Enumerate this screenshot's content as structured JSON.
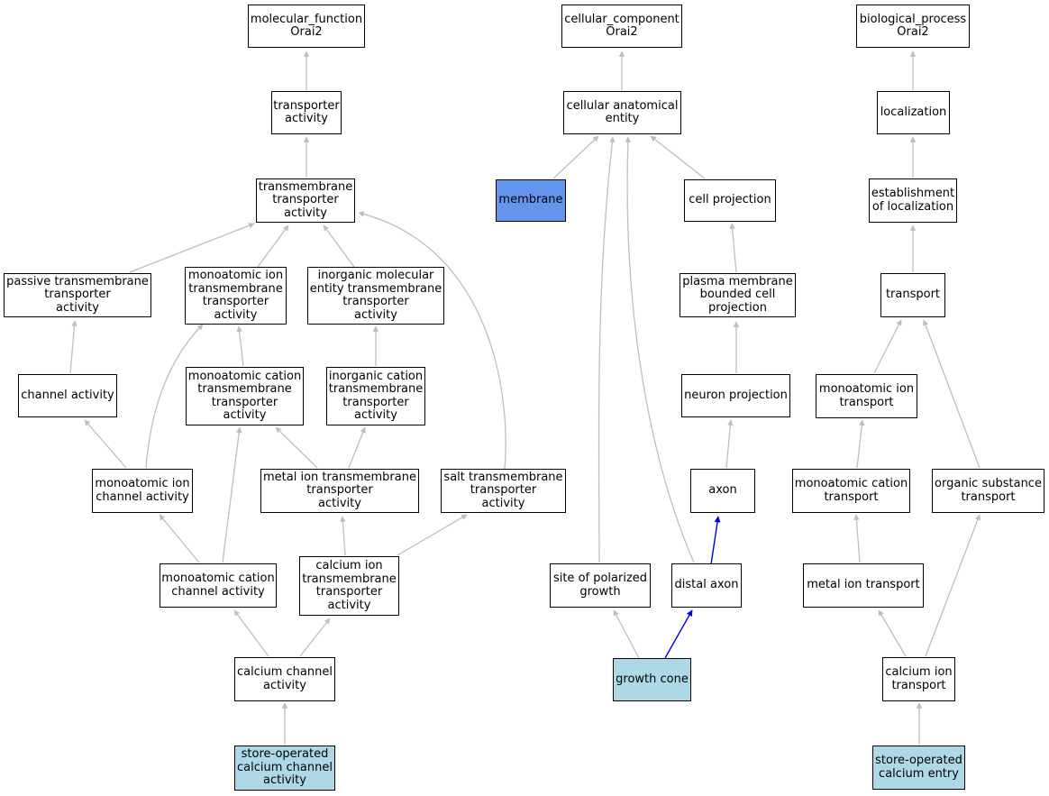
{
  "colors": {
    "node_fill": "#ffffff",
    "annotated_fill": "#add8e6",
    "focus_fill": "#6495ed",
    "edge_default": "#bebebe",
    "edge_highlight": "#0000ee"
  },
  "nodes": [
    {
      "id": "mf_root",
      "label": "molecular_function\nOrai2"
    },
    {
      "id": "transporter_activity",
      "label": "transporter\nactivity"
    },
    {
      "id": "tm_transporter",
      "label": "transmembrane\ntransporter\nactivity"
    },
    {
      "id": "passive_tm",
      "label": "passive transmembrane\ntransporter\nactivity"
    },
    {
      "id": "monoatomic_ion_tm",
      "label": "monoatomic ion\ntransmembrane\ntransporter\nactivity"
    },
    {
      "id": "inorganic_mol_tm",
      "label": "inorganic molecular\nentity transmembrane\ntransporter\nactivity"
    },
    {
      "id": "channel_activity",
      "label": "channel activity"
    },
    {
      "id": "monoatomic_cation_tm",
      "label": "monoatomic cation\ntransmembrane\ntransporter\nactivity"
    },
    {
      "id": "inorganic_cation_tm",
      "label": "inorganic cation\ntransmembrane\ntransporter\nactivity"
    },
    {
      "id": "monoatomic_ion_channel",
      "label": "monoatomic ion\nchannel activity"
    },
    {
      "id": "metal_ion_tm",
      "label": "metal ion transmembrane\ntransporter\nactivity"
    },
    {
      "id": "salt_tm",
      "label": "salt transmembrane\ntransporter\nactivity"
    },
    {
      "id": "monoatomic_cation_channel",
      "label": "monoatomic cation\nchannel activity"
    },
    {
      "id": "calcium_ion_tm",
      "label": "calcium ion\ntransmembrane\ntransporter\nactivity"
    },
    {
      "id": "calcium_channel",
      "label": "calcium channel\nactivity"
    },
    {
      "id": "socc_activity",
      "label": "store-operated\ncalcium channel\nactivity"
    },
    {
      "id": "cc_root",
      "label": "cellular_component\nOrai2"
    },
    {
      "id": "cellular_anatomical",
      "label": "cellular anatomical\nentity"
    },
    {
      "id": "membrane",
      "label": "membrane"
    },
    {
      "id": "cell_projection",
      "label": "cell projection"
    },
    {
      "id": "pm_bounded_projection",
      "label": "plasma membrane\nbounded cell\nprojection"
    },
    {
      "id": "neuron_projection",
      "label": "neuron projection"
    },
    {
      "id": "axon",
      "label": "axon"
    },
    {
      "id": "site_polarized_growth",
      "label": "site of polarized\ngrowth"
    },
    {
      "id": "distal_axon",
      "label": "distal axon"
    },
    {
      "id": "growth_cone",
      "label": "growth cone"
    },
    {
      "id": "bp_root",
      "label": "biological_process\nOrai2"
    },
    {
      "id": "localization",
      "label": "localization"
    },
    {
      "id": "establishment_localization",
      "label": "establishment\nof localization"
    },
    {
      "id": "transport",
      "label": "transport"
    },
    {
      "id": "monoatomic_ion_transport",
      "label": "monoatomic ion\ntransport"
    },
    {
      "id": "monoatomic_cation_transport",
      "label": "monoatomic cation\ntransport"
    },
    {
      "id": "organic_substance_transport",
      "label": "organic substance\ntransport"
    },
    {
      "id": "metal_ion_transport",
      "label": "metal ion transport"
    },
    {
      "id": "calcium_ion_transport",
      "label": "calcium ion\ntransport"
    },
    {
      "id": "soc_entry",
      "label": "store-operated\ncalcium entry"
    }
  ]
}
